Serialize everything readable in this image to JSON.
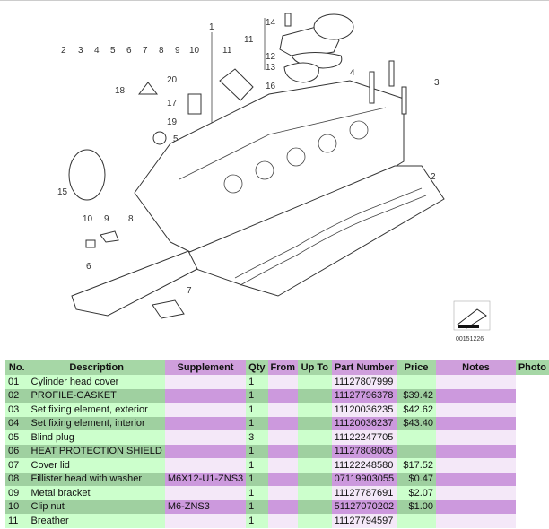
{
  "diagram": {
    "callouts": [
      "2",
      "3",
      "4",
      "5",
      "6",
      "7",
      "8",
      "9",
      "10",
      "11",
      "1",
      "11",
      "14",
      "12",
      "13",
      "16",
      "20",
      "18",
      "17",
      "19",
      "5",
      "4",
      "3",
      "15",
      "10",
      "9",
      "8",
      "2",
      "6",
      "7"
    ],
    "image_code": "00151226"
  },
  "table": {
    "headers": [
      "No.",
      "Description",
      "Supplement",
      "Qty",
      "From",
      "Up To",
      "Part Number",
      "Price",
      "Notes",
      "Photo"
    ],
    "rows": [
      {
        "no": "01",
        "desc": "Cylinder head cover",
        "supp": "",
        "qty": "1",
        "from": "",
        "upto": "",
        "part": "11127807999",
        "price": "",
        "notes": ""
      },
      {
        "no": "02",
        "desc": "PROFILE-GASKET",
        "supp": "",
        "qty": "1",
        "from": "",
        "upto": "",
        "part": "11127796378",
        "price": "$39.42",
        "notes": ""
      },
      {
        "no": "03",
        "desc": "Set fixing element, exterior",
        "supp": "",
        "qty": "1",
        "from": "",
        "upto": "",
        "part": "11120036235",
        "price": "$42.62",
        "notes": ""
      },
      {
        "no": "04",
        "desc": "Set fixing element, interior",
        "supp": "",
        "qty": "1",
        "from": "",
        "upto": "",
        "part": "11120036237",
        "price": "$43.40",
        "notes": ""
      },
      {
        "no": "05",
        "desc": "Blind plug",
        "supp": "",
        "qty": "3",
        "from": "",
        "upto": "",
        "part": "11122247705",
        "price": "",
        "notes": ""
      },
      {
        "no": "06",
        "desc": "HEAT PROTECTION SHIELD",
        "supp": "",
        "qty": "1",
        "from": "",
        "upto": "",
        "part": "11127808005",
        "price": "",
        "notes": ""
      },
      {
        "no": "07",
        "desc": "Cover lid",
        "supp": "",
        "qty": "1",
        "from": "",
        "upto": "",
        "part": "11122248580",
        "price": "$17.52",
        "notes": ""
      },
      {
        "no": "08",
        "desc": "Fillister head with washer",
        "supp": "M6X12-U1-ZNS3",
        "qty": "1",
        "from": "",
        "upto": "",
        "part": "07119903055",
        "price": "$0.47",
        "notes": ""
      },
      {
        "no": "09",
        "desc": "Metal bracket",
        "supp": "",
        "qty": "1",
        "from": "",
        "upto": "",
        "part": "11127787691",
        "price": "$2.07",
        "notes": ""
      },
      {
        "no": "10",
        "desc": "Clip nut",
        "supp": "M6-ZNS3",
        "qty": "1",
        "from": "",
        "upto": "",
        "part": "51127070202",
        "price": "$1.00",
        "notes": ""
      },
      {
        "no": "11",
        "desc": "Breather",
        "supp": "",
        "qty": "1",
        "from": "",
        "upto": "",
        "part": "11127794597",
        "price": "",
        "notes": ""
      }
    ]
  }
}
